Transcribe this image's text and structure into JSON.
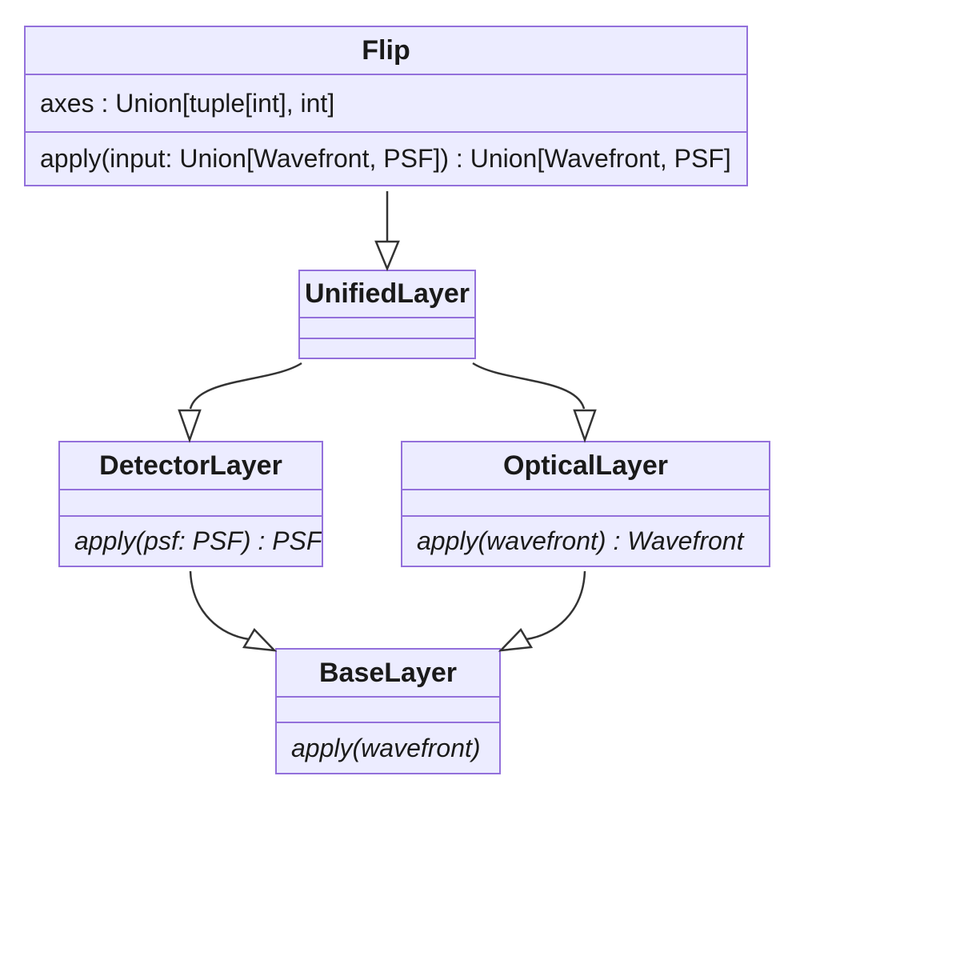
{
  "diagram": {
    "type": "uml-class-diagram",
    "colors": {
      "class_fill": "#ECECFF",
      "class_border": "#9370DB",
      "edge_stroke": "#333333",
      "text": "#1a1a1a",
      "background": "#ffffff"
    },
    "classes": [
      {
        "name": "Flip",
        "attributes": [
          "axes : Union[tuple[int], int]"
        ],
        "methods": [
          "apply(input: Union[Wavefront, PSF]) : Union[Wavefront, PSF]"
        ],
        "methods_italic": false
      },
      {
        "name": "UnifiedLayer",
        "attributes": [],
        "methods": [],
        "methods_italic": false
      },
      {
        "name": "DetectorLayer",
        "attributes": [],
        "methods": [
          "apply(psf: PSF) : PSF"
        ],
        "methods_italic": true
      },
      {
        "name": "OpticalLayer",
        "attributes": [],
        "methods": [
          "apply(wavefront) : Wavefront"
        ],
        "methods_italic": true
      },
      {
        "name": "BaseLayer",
        "attributes": [],
        "methods": [
          "apply(wavefront)"
        ],
        "methods_italic": true
      }
    ],
    "relations": [
      {
        "from": "Flip",
        "to": "UnifiedLayer",
        "type": "inheritance"
      },
      {
        "from": "UnifiedLayer",
        "to": "DetectorLayer",
        "type": "inheritance"
      },
      {
        "from": "UnifiedLayer",
        "to": "OpticalLayer",
        "type": "inheritance"
      },
      {
        "from": "DetectorLayer",
        "to": "BaseLayer",
        "type": "inheritance"
      },
      {
        "from": "OpticalLayer",
        "to": "BaseLayer",
        "type": "inheritance"
      }
    ]
  }
}
